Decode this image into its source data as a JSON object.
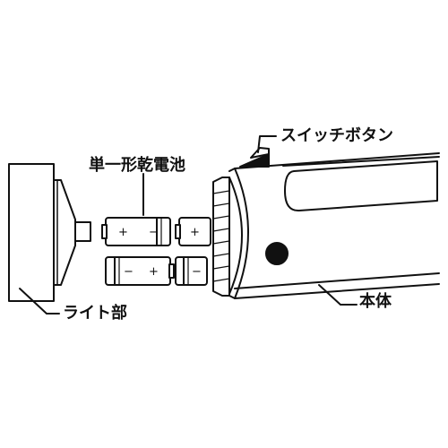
{
  "labels": {
    "switch_button": "スイッチボタン",
    "battery": "単一形乾電池",
    "light_part": "ライト部",
    "body": "本体"
  },
  "battery_polarity": {
    "top_left": [
      "+",
      "−"
    ],
    "top_right": [
      "+"
    ],
    "bottom_left": [
      "−",
      "+"
    ],
    "bottom_right": [
      "−"
    ]
  },
  "colors": {
    "ink": "#111111",
    "paper": "#ffffff",
    "switch_wedge": "#111111"
  }
}
